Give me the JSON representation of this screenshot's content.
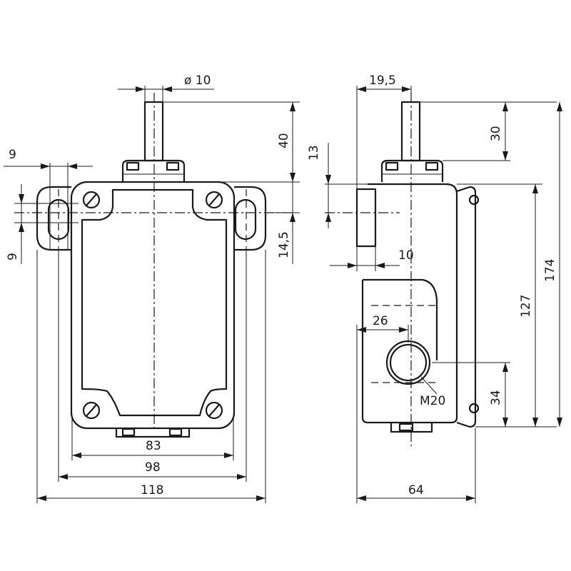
{
  "front_view": {
    "dims": {
      "shaft_diameter": "ø 10",
      "hole_width": "9",
      "hole_height": "9",
      "inner_width": "83",
      "mount_spacing": "98",
      "overall_width": "118"
    }
  },
  "side_view": {
    "dims": {
      "shaft_offset": "19,5",
      "plunger_travel": "30",
      "top_height": "40",
      "bracket_height": "13",
      "hole_offset": "14,5",
      "bracket_depth": "10",
      "gland_offset": "26",
      "gland_thread": "M20",
      "gland_height": "34",
      "body_height": "127",
      "overall_height": "174",
      "overall_depth": "64"
    }
  }
}
